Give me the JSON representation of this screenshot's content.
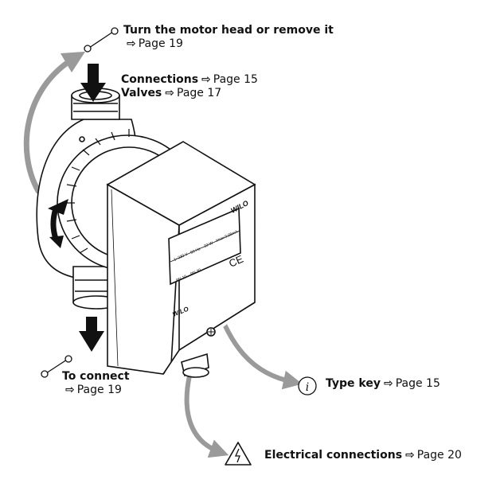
{
  "arrow_glyph": "⇨",
  "callouts": {
    "motor_head": {
      "text": "Turn the motor head or remove it",
      "page": "Page 19"
    },
    "connections": {
      "text": "Connections",
      "page": "Page 15"
    },
    "valves": {
      "text": "Valves",
      "page": "Page 17"
    },
    "to_connect": {
      "text": "To connect",
      "page": "Page 19"
    },
    "type_key": {
      "text": "Type key",
      "page": "Page 15"
    },
    "electrical": {
      "text": "Electrical connections",
      "page": "Page 20"
    }
  },
  "pump": {
    "brand": "WILO",
    "nameplate": {
      "row1": [
        "1~230 V",
        "50 Hz",
        "22 W",
        "Imax 0,05mA"
      ],
      "row2": [
        "PN 10",
        "PN 30"
      ],
      "mark": "CE",
      "brand": "WILO"
    }
  },
  "icons": [
    "wrench-icon",
    "info-icon",
    "electrical-warning-icon",
    "rotate-arrows-icon",
    "flow-direction-arrow"
  ],
  "colors": {
    "line": "#111111",
    "arrow": "#9a9a9a",
    "fill": "#ffffff"
  }
}
